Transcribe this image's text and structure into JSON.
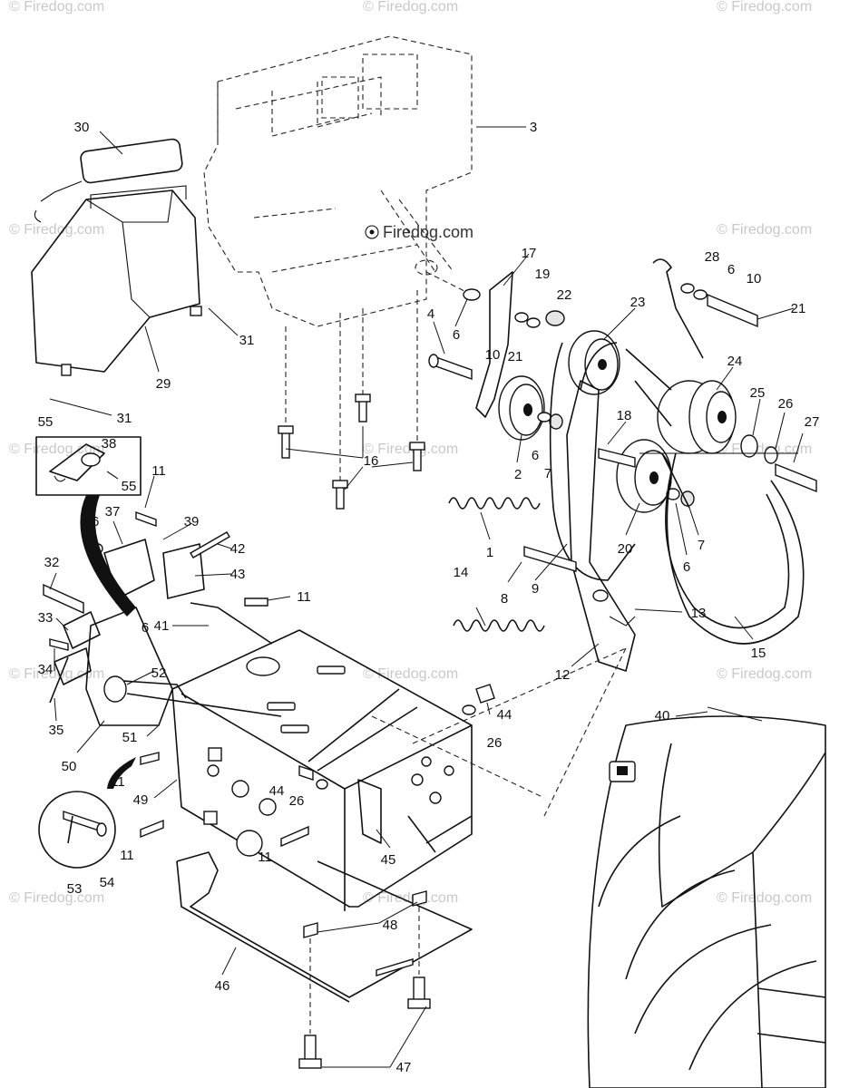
{
  "watermark": {
    "text": "© Firedog.com",
    "center_text": "Firedog.com"
  },
  "callouts": [
    {
      "id": "c1",
      "text": "1"
    },
    {
      "id": "c2",
      "text": "2"
    },
    {
      "id": "c3",
      "text": "3"
    },
    {
      "id": "c4",
      "text": "4"
    },
    {
      "id": "c6a",
      "text": "6"
    },
    {
      "id": "c6b",
      "text": "6"
    },
    {
      "id": "c6c",
      "text": "6"
    },
    {
      "id": "c6d",
      "text": "6"
    },
    {
      "id": "c6e",
      "text": "6"
    },
    {
      "id": "c7a",
      "text": "7"
    },
    {
      "id": "c7b",
      "text": "7"
    },
    {
      "id": "c8",
      "text": "8"
    },
    {
      "id": "c9",
      "text": "9"
    },
    {
      "id": "c10a",
      "text": "10"
    },
    {
      "id": "c10b",
      "text": "10"
    },
    {
      "id": "c11a",
      "text": "11"
    },
    {
      "id": "c11b",
      "text": "11"
    },
    {
      "id": "c11c",
      "text": "11"
    },
    {
      "id": "c11d",
      "text": "11"
    },
    {
      "id": "c11e",
      "text": "11"
    },
    {
      "id": "c12",
      "text": "12"
    },
    {
      "id": "c13",
      "text": "13"
    },
    {
      "id": "c14",
      "text": "14"
    },
    {
      "id": "c15",
      "text": "15"
    },
    {
      "id": "c16",
      "text": "16"
    },
    {
      "id": "c17",
      "text": "17"
    },
    {
      "id": "c18",
      "text": "18"
    },
    {
      "id": "c19",
      "text": "19"
    },
    {
      "id": "c20",
      "text": "20"
    },
    {
      "id": "c21a",
      "text": "21"
    },
    {
      "id": "c21b",
      "text": "21"
    },
    {
      "id": "c22",
      "text": "22"
    },
    {
      "id": "c23",
      "text": "23"
    },
    {
      "id": "c24",
      "text": "24"
    },
    {
      "id": "c25",
      "text": "25"
    },
    {
      "id": "c26a",
      "text": "26"
    },
    {
      "id": "c26b",
      "text": "26"
    },
    {
      "id": "c26c",
      "text": "26"
    },
    {
      "id": "c27",
      "text": "27"
    },
    {
      "id": "c28",
      "text": "28"
    },
    {
      "id": "c29",
      "text": "29"
    },
    {
      "id": "c30",
      "text": "30"
    },
    {
      "id": "c31a",
      "text": "31"
    },
    {
      "id": "c31b",
      "text": "31"
    },
    {
      "id": "c32",
      "text": "32"
    },
    {
      "id": "c33",
      "text": "33"
    },
    {
      "id": "c34",
      "text": "34"
    },
    {
      "id": "c35",
      "text": "35"
    },
    {
      "id": "c36",
      "text": "36"
    },
    {
      "id": "c37",
      "text": "37"
    },
    {
      "id": "c38",
      "text": "38"
    },
    {
      "id": "c39",
      "text": "39"
    },
    {
      "id": "c40",
      "text": "40"
    },
    {
      "id": "c41",
      "text": "41"
    },
    {
      "id": "c42",
      "text": "42"
    },
    {
      "id": "c43",
      "text": "43"
    },
    {
      "id": "c44a",
      "text": "44"
    },
    {
      "id": "c44b",
      "text": "44"
    },
    {
      "id": "c45",
      "text": "45"
    },
    {
      "id": "c46",
      "text": "46"
    },
    {
      "id": "c47",
      "text": "47"
    },
    {
      "id": "c48",
      "text": "48"
    },
    {
      "id": "c49",
      "text": "49"
    },
    {
      "id": "c50",
      "text": "50"
    },
    {
      "id": "c51",
      "text": "51"
    },
    {
      "id": "c52",
      "text": "52"
    },
    {
      "id": "c53",
      "text": "53"
    },
    {
      "id": "c54",
      "text": "54"
    },
    {
      "id": "c55a",
      "text": "55"
    },
    {
      "id": "c55b",
      "text": "55"
    }
  ]
}
